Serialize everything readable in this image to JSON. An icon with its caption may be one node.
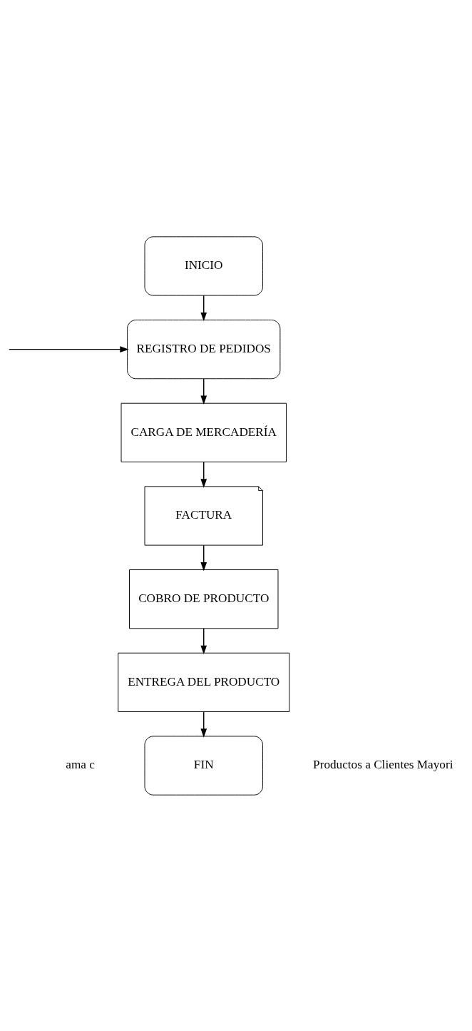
{
  "diagram": {
    "nodes": [
      {
        "text": [
          "INICIO"
        ]
      },
      {
        "text": [
          "REGISTRO DE PEDIDOS"
        ]
      },
      {
        "text": [
          "CARGA DE MERCADERÍA"
        ]
      },
      {
        "text": [
          "FACTURA"
        ]
      },
      {
        "text": [
          "COBRO DE PRODUCTO"
        ]
      },
      {
        "text": [
          "ENTREGA DEL PRODUCTO"
        ]
      },
      {
        "text": [
          "FIN"
        ]
      }
    ],
    "edges": [
      {
        "from": 0,
        "to": 1,
        "arrow": "to"
      },
      {
        "from": 1,
        "to": 2,
        "arrow": "to"
      },
      {
        "from": 2,
        "to": 3,
        "arrow": "to"
      },
      {
        "from": 3,
        "to": 4,
        "arrow": "to"
      },
      {
        "from": 4,
        "to": 5,
        "arrow": "to"
      },
      {
        "from": 5,
        "to": 6,
        "arrow": "to"
      },
      {
        "from": null,
        "to": 1,
        "arrow": "to"
      }
    ],
    "labels": [
      "ama c",
      "Productos a Clientes Mayori"
    ]
  }
}
